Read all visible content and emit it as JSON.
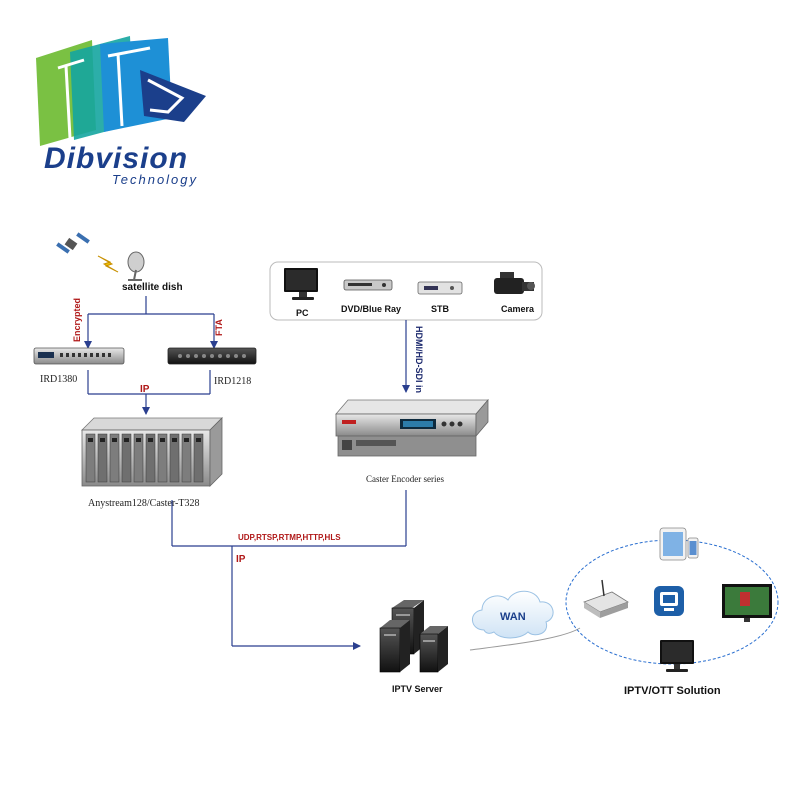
{
  "logo": {
    "name": "Dibvision",
    "tagline": "Technology",
    "colors": {
      "green": "#7ac143",
      "blue": "#1e90d6",
      "navy": "#1b3f8b",
      "teal": "#15a5a0"
    }
  },
  "satellite": {
    "label": "satellite dish"
  },
  "ird": {
    "left_label": "IRD1380",
    "right_label": "IRD1218",
    "encrypted_label": "Encrypted",
    "fta_label": "FTA",
    "ip_label": "IP"
  },
  "transcoder": {
    "label": "Anystream128/Caster-T328"
  },
  "sources": {
    "items": [
      {
        "label": "PC",
        "icon": "monitor-icon"
      },
      {
        "label": "DVD/Blue Ray",
        "icon": "dvd-player-icon"
      },
      {
        "label": "STB",
        "icon": "set-top-box-icon"
      },
      {
        "label": "Camera",
        "icon": "camera-icon"
      }
    ],
    "interface_label": "HDMI/HD-SDI in"
  },
  "encoder": {
    "label": "Caster Encoder series"
  },
  "protocols": {
    "label": "UDP,RTSP,RTMP,HTTP,HLS",
    "ip_label": "IP"
  },
  "server": {
    "label": "IPTV Server"
  },
  "wan": {
    "label": "WAN"
  },
  "solution": {
    "label": "IPTV/OTT Solution"
  },
  "colors": {
    "line": "#2a3f8f",
    "accent_red": "#b01818",
    "text": "#111111"
  }
}
